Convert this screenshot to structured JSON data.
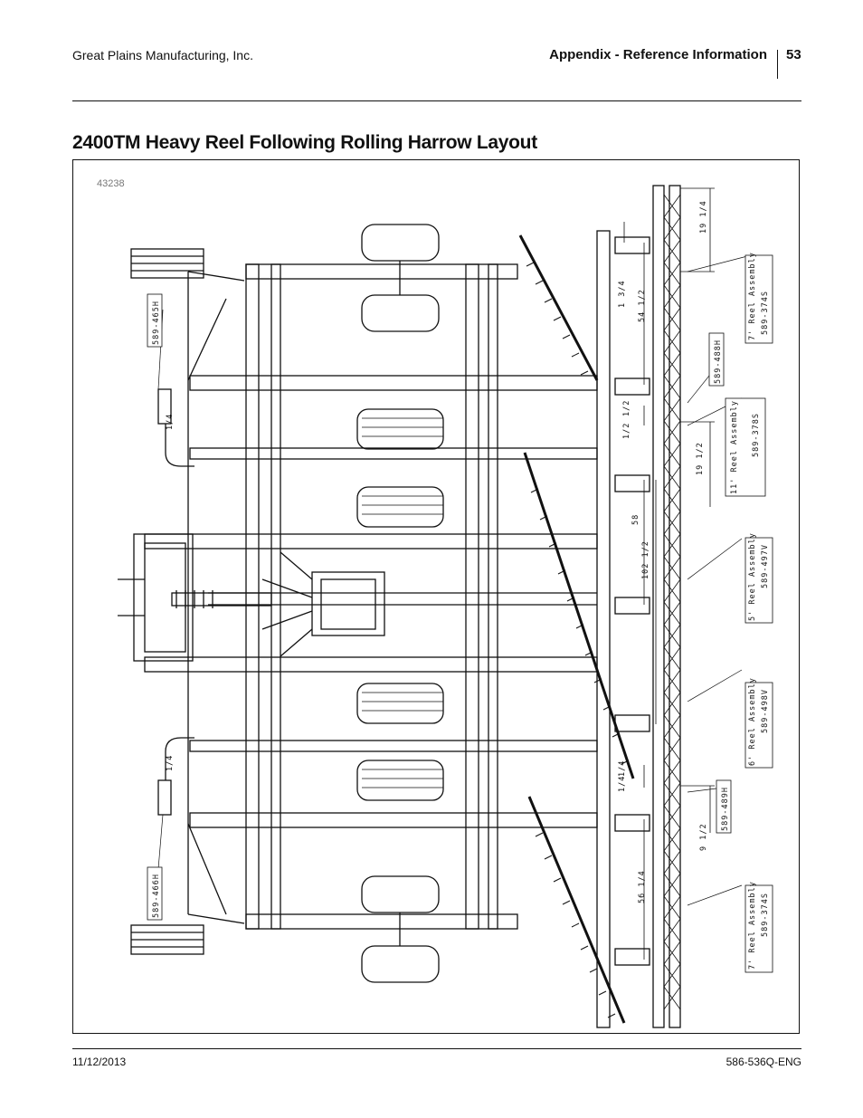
{
  "header": {
    "company": "Great Plains Manufacturing, Inc.",
    "section": "Appendix - Reference Information",
    "page_number": "53"
  },
  "title": "2400TM Heavy Reel Following Rolling Harrow Layout",
  "figure": {
    "id": "43238",
    "part_labels": {
      "p465h": "589-465H",
      "p466h": "589-466H",
      "p488h": "589-488H",
      "p489h": "589-489H"
    },
    "reel_assemblies": [
      {
        "name": "7' Reel Assembly",
        "part": "589-374S"
      },
      {
        "name": "11' Reel Assembly",
        "part": "589-378S"
      },
      {
        "name": "5' Reel Assembly",
        "part": "589-497V"
      },
      {
        "name": "6' Reel Assembly",
        "part": "589-498V"
      },
      {
        "name": "7' Reel Assembly",
        "part": "589-374S"
      }
    ],
    "dimensions": {
      "d1": "19 1/4",
      "d2": "1 3/4",
      "d3": "54 1/2",
      "d4": "1/2",
      "d5": "1/2",
      "d6": "19 1/2",
      "d7": "58",
      "d8": "102 1/2",
      "d9": "1/4",
      "d10": "1/4",
      "d11": "1/4",
      "d12": "9 1/2",
      "d13": "56 1/4",
      "d14": "1/4"
    }
  },
  "footer": {
    "date": "11/12/2013",
    "doc_number": "586-536Q-ENG"
  }
}
